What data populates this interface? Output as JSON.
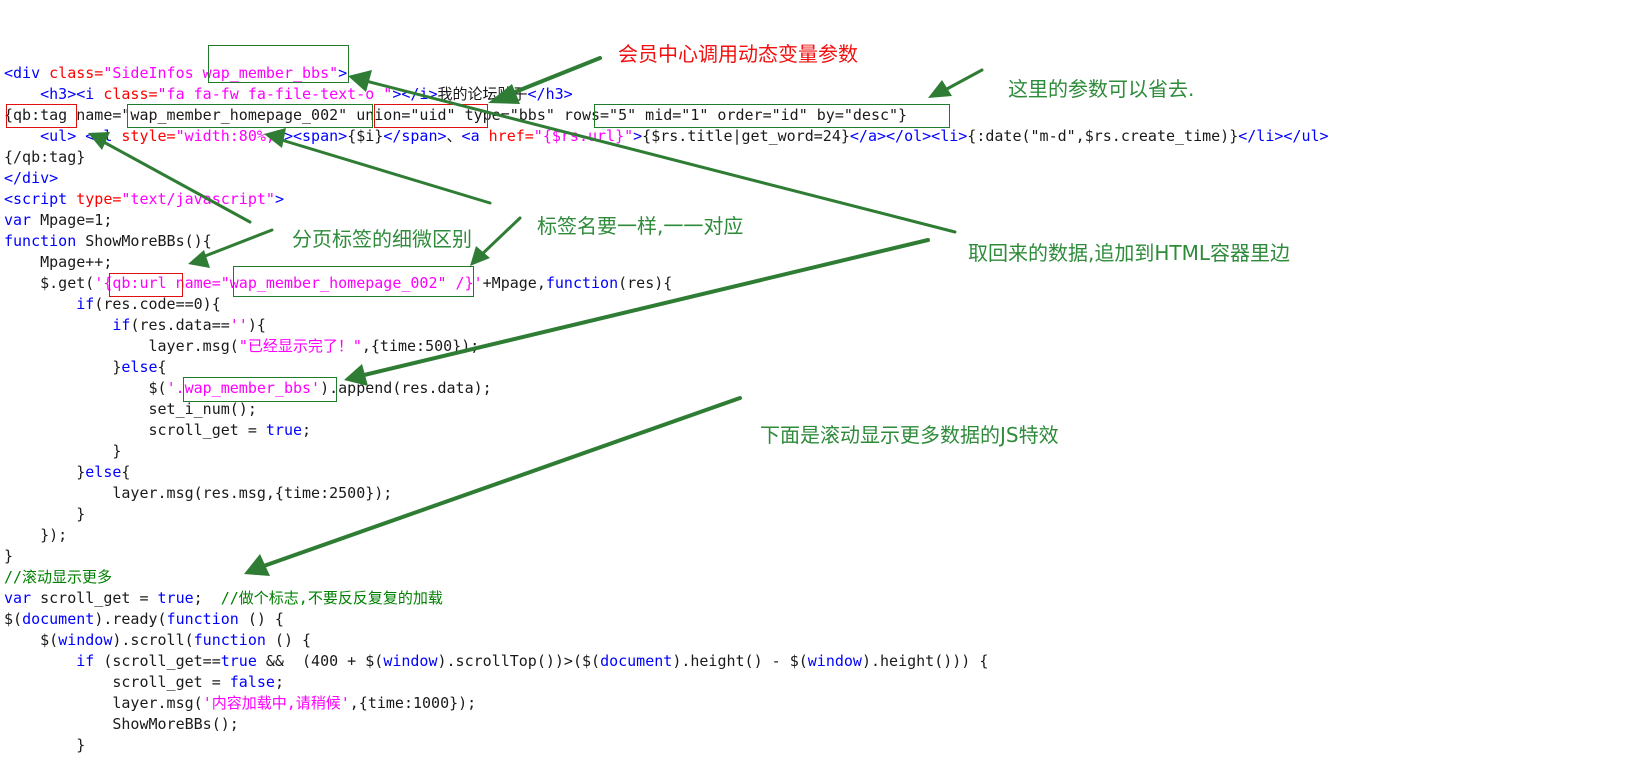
{
  "code_lines": [
    [
      [
        "t",
        "<div "
      ],
      [
        "a",
        "class="
      ],
      [
        "s",
        "\"SideInfos wap_member_bbs\""
      ],
      [
        "t",
        ">"
      ]
    ],
    [
      [
        "n",
        "    "
      ],
      [
        "t",
        "<h3><i "
      ],
      [
        "a",
        "class="
      ],
      [
        "s",
        "\"fa fa-fw fa-file-text-o \""
      ],
      [
        "t",
        "></i>"
      ],
      [
        "n",
        "我的论坛贴子"
      ],
      [
        "t",
        "</h3>"
      ]
    ],
    [
      [
        "n",
        "{qb:tag name=\"wap_member_homepage_002\" union=\"uid\" type=\"bbs\" rows=\"5\" mid=\"1\" order=\"id\" by=\"desc\"}"
      ]
    ],
    [
      [
        "n",
        "    "
      ],
      [
        "t",
        "<ul> <ol "
      ],
      [
        "a",
        "style="
      ],
      [
        "s",
        "\"width:80%;\""
      ],
      [
        "t",
        "><span>"
      ],
      [
        "n",
        "{$i}"
      ],
      [
        "t",
        "</span>"
      ],
      [
        "n",
        "、"
      ],
      [
        "t",
        "<a "
      ],
      [
        "a",
        "href="
      ],
      [
        "s",
        "\"{$rs.url}\""
      ],
      [
        "t",
        ">"
      ],
      [
        "n",
        "{$rs.title|get_word=24}"
      ],
      [
        "t",
        "</a></ol><li>"
      ],
      [
        "n",
        "{:date(\"m-d\",$rs.create_time)}"
      ],
      [
        "t",
        "</li></ul>"
      ]
    ],
    [
      [
        "n",
        "{/qb:tag}"
      ]
    ],
    [
      [
        "t",
        "</div>"
      ]
    ],
    [
      [
        "t",
        "<script "
      ],
      [
        "a",
        "type="
      ],
      [
        "s",
        "\"text/javascript\""
      ],
      [
        "t",
        ">"
      ]
    ],
    [
      [
        "k",
        "var"
      ],
      [
        "n",
        " Mpage=1;"
      ]
    ],
    [
      [
        "k",
        "function"
      ],
      [
        "n",
        " ShowMoreBBs(){"
      ]
    ],
    [
      [
        "n",
        "    Mpage++;"
      ]
    ],
    [
      [
        "n",
        "    $.get("
      ],
      [
        "s",
        "'{qb:url name=\"wap_member_homepage_002\" /}'"
      ],
      [
        "n",
        "+Mpage,"
      ],
      [
        "k",
        "function"
      ],
      [
        "n",
        "(res){"
      ]
    ],
    [
      [
        "n",
        "        "
      ],
      [
        "k",
        "if"
      ],
      [
        "n",
        "(res.code==0){"
      ]
    ],
    [
      [
        "n",
        "            "
      ],
      [
        "k",
        "if"
      ],
      [
        "n",
        "(res.data=="
      ],
      [
        "s",
        "''"
      ],
      [
        "n",
        "){"
      ]
    ],
    [
      [
        "n",
        "                layer.msg("
      ],
      [
        "s",
        "\"已经显示完了！\""
      ],
      [
        "n",
        ",{time:500});"
      ]
    ],
    [
      [
        "n",
        "            }"
      ],
      [
        "k",
        "else"
      ],
      [
        "n",
        "{"
      ]
    ],
    [
      [
        "n",
        "                $("
      ],
      [
        "s",
        "'.wap_member_bbs'"
      ],
      [
        "n",
        ").append(res.data);"
      ]
    ],
    [
      [
        "n",
        "                set_i_num();"
      ]
    ],
    [
      [
        "n",
        "                scroll_get = "
      ],
      [
        "k",
        "true"
      ],
      [
        "n",
        ";"
      ]
    ],
    [
      [
        "n",
        "            }"
      ]
    ],
    [
      [
        "n",
        "        }"
      ],
      [
        "k",
        "else"
      ],
      [
        "n",
        "{"
      ]
    ],
    [
      [
        "n",
        "            layer.msg(res.msg,{time:2500});"
      ]
    ],
    [
      [
        "n",
        "        }"
      ]
    ],
    [
      [
        "n",
        "    });"
      ]
    ],
    [
      [
        "n",
        "}"
      ]
    ],
    [
      [
        "c",
        "//滚动显示更多"
      ]
    ],
    [
      [
        "k",
        "var"
      ],
      [
        "n",
        " scroll_get = "
      ],
      [
        "k",
        "true"
      ],
      [
        "n",
        ";  "
      ],
      [
        "c",
        "//做个标志,不要反反复复的加载"
      ]
    ],
    [
      [
        "n",
        "$("
      ],
      [
        "k",
        "document"
      ],
      [
        "n",
        ").ready("
      ],
      [
        "k",
        "function"
      ],
      [
        "n",
        " () {"
      ]
    ],
    [
      [
        "n",
        "    $("
      ],
      [
        "k",
        "window"
      ],
      [
        "n",
        ").scroll("
      ],
      [
        "k",
        "function"
      ],
      [
        "n",
        " () {"
      ]
    ],
    [
      [
        "n",
        "        "
      ],
      [
        "k",
        "if"
      ],
      [
        "n",
        " (scroll_get=="
      ],
      [
        "k",
        "true"
      ],
      [
        "n",
        " &&  (400 + $("
      ],
      [
        "k",
        "window"
      ],
      [
        "n",
        ").scrollTop())>($("
      ],
      [
        "k",
        "document"
      ],
      [
        "n",
        ").height() - $("
      ],
      [
        "k",
        "window"
      ],
      [
        "n",
        ").height())) {"
      ]
    ],
    [
      [
        "n",
        "            scroll_get = "
      ],
      [
        "k",
        "false"
      ],
      [
        "n",
        ";"
      ]
    ],
    [
      [
        "n",
        "            layer.msg("
      ],
      [
        "s",
        "'内容加载中,请稍候'"
      ],
      [
        "n",
        ",{time:1000});"
      ]
    ],
    [
      [
        "n",
        "            ShowMoreBBs();"
      ]
    ],
    [
      [
        "n",
        "        }"
      ]
    ]
  ],
  "annotations": {
    "member_center": "会员中心调用动态变量参数",
    "params_optional": "这里的参数可以省去.",
    "pagination_tag": "分页标签的细微区别",
    "tag_name_match": "标签名要一样,一一对应",
    "append_data": "取回来的数据,追加到HTML容器里边",
    "scroll_js": "下面是滚动显示更多数据的JS特效"
  },
  "colors": {
    "red_note": "#f01010",
    "green_note": "#2e8b3a",
    "arrow": "#2f7d35",
    "keyword": "#0000ff",
    "string": "#ff00ff",
    "attribute": "#ff0000",
    "comment": "#008000"
  }
}
